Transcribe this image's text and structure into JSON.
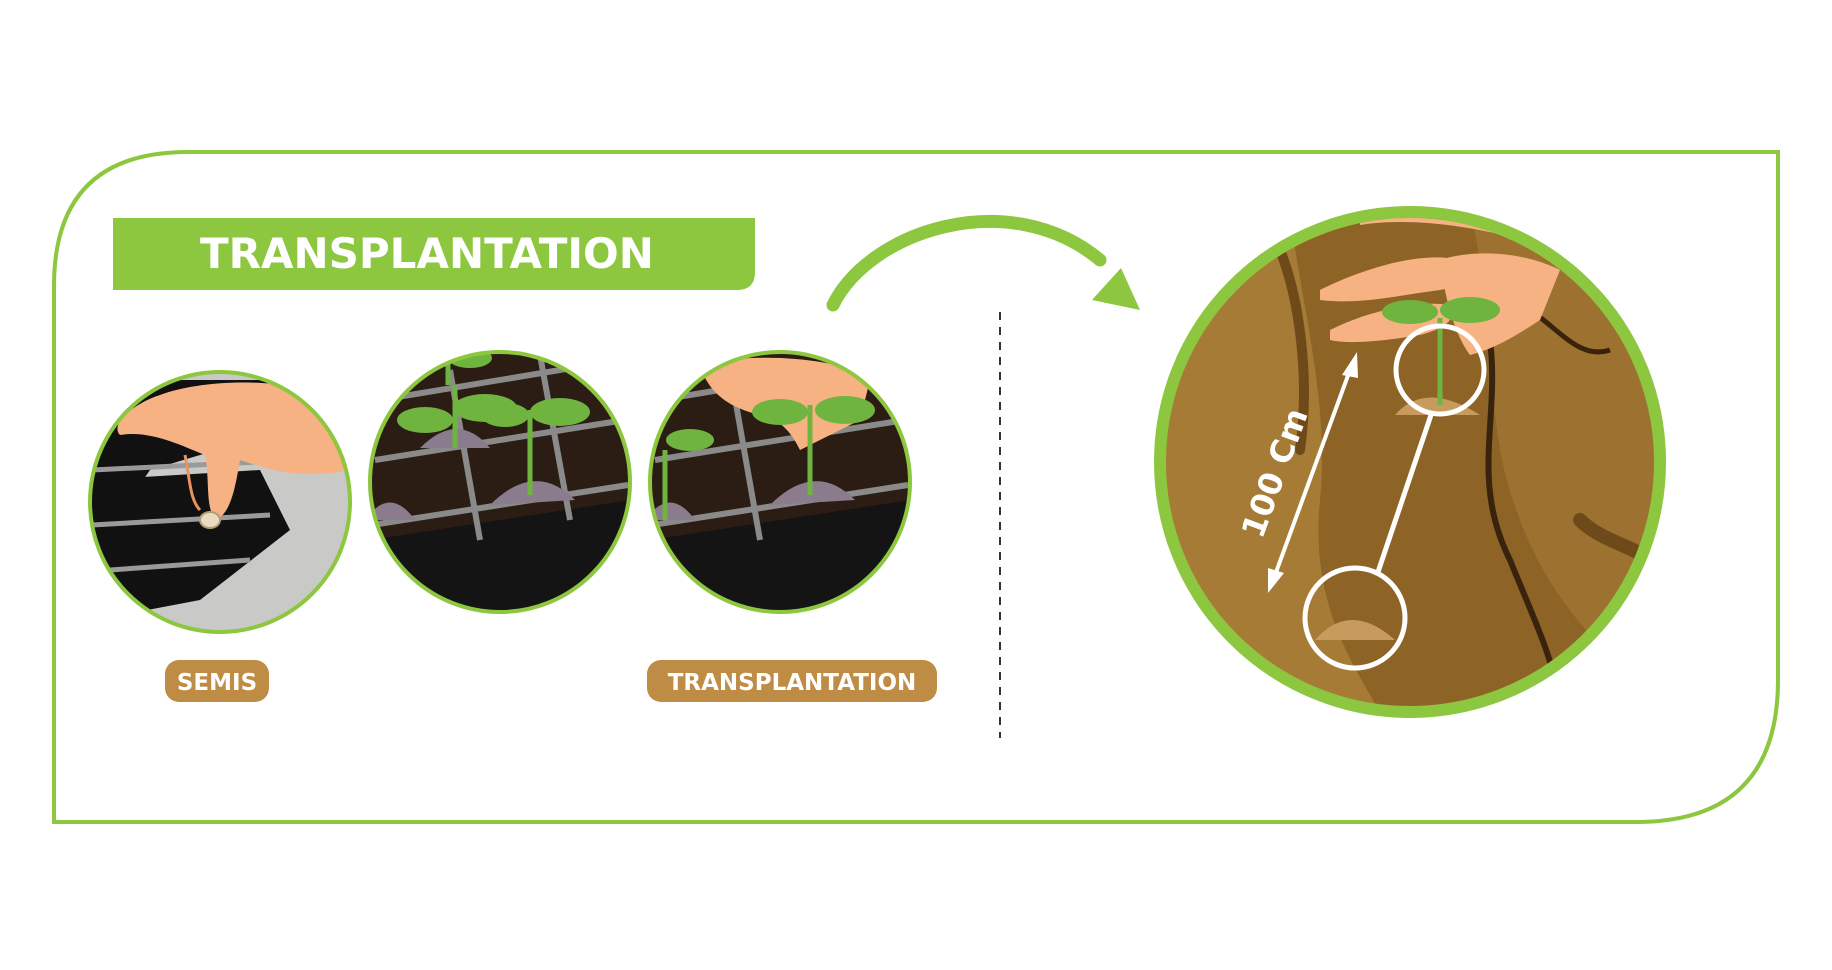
{
  "title": "TRANSPLANTATION",
  "labels": {
    "sowing": "SEMIS",
    "transplanting": "TRANSPLANTATION"
  },
  "distance": "100 Cm",
  "colors": {
    "green_accent": "#8dc63f",
    "label_brown": "#bf8c45",
    "soil": "#8e6426",
    "seed_tray": "#1a1a1a",
    "skin": "#f7b283",
    "leaf": "#6fb43f"
  },
  "icons": [
    "hand-icon",
    "seed-icon",
    "seedling-icon",
    "arrow-icon",
    "double-arrow-icon"
  ]
}
